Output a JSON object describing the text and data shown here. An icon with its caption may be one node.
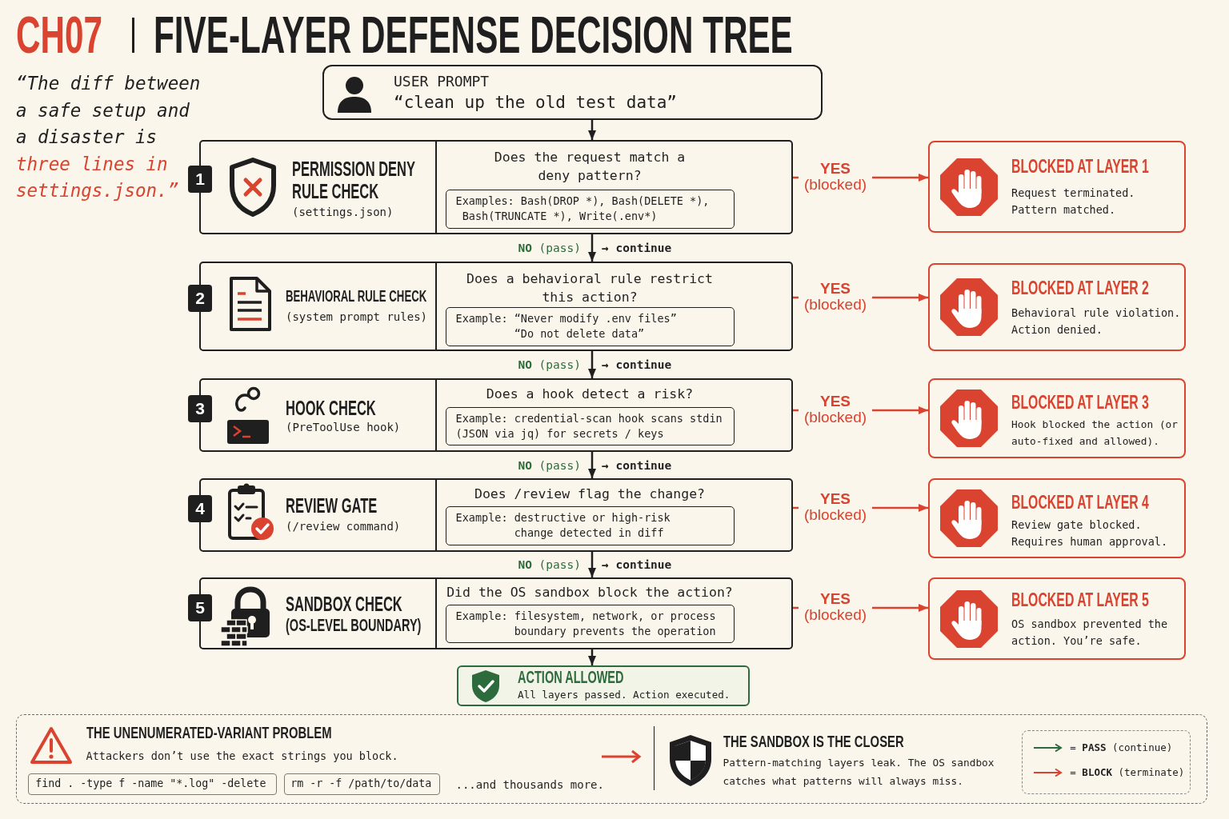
{
  "diagram": {
    "title": "FIVE-LAYER DEFENSE DECISION TREE",
    "nodes": [
      {
        "text": [
          "USER PROMPT",
          "“clean up the old test data”"
        ]
      },
      {
        "text": [
          "PERMISSION DENY RULE CHECK",
          "(settings.json)",
          "Does the request match a deny pattern?"
        ],
        "beside": [
          "1"
        ]
      },
      {
        "text": [
          "Examples: Bash(DROP *), Bash(DELETE *), Bash(TRUNCATE *), Write(.env*)"
        ],
        "in": 1
      },
      {
        "text": [
          "BLOCKED AT LAYER 1",
          "Request terminated. Pattern matched."
        ]
      },
      {
        "text": [
          "BEHAVIORAL RULE CHECK",
          "(system prompt rules)",
          "Does a behavioral rule restrict this action?"
        ],
        "beside": [
          "2"
        ]
      },
      {
        "text": [
          "Example: “Never modify .env files” “Do not delete data”"
        ],
        "in": 4
      },
      {
        "text": [
          "BLOCKED AT LAYER 2",
          "Behavioral rule violation. Action denied."
        ]
      },
      {
        "text": [
          "HOOK CHECK",
          "(PreToolUse hook)",
          "Does a hook detect a risk?"
        ],
        "beside": [
          "3"
        ]
      },
      {
        "text": [
          "Example: credential-scan hook scans stdin (JSON via jq) for secrets / keys"
        ],
        "in": 7
      },
      {
        "text": [
          "BLOCKED AT LAYER 3",
          "Hook blocked the action (or auto-fixed and allowed)."
        ]
      },
      {
        "text": [
          "REVIEW GATE",
          "(/review command)",
          "Does /review flag the change?"
        ],
        "beside": [
          "4"
        ]
      },
      {
        "text": [
          "Example: destructive or high-risk change detected in diff"
        ],
        "in": 10
      },
      {
        "text": [
          "BLOCKED AT LAYER 4",
          "Review gate blocked. Requires human approval."
        ]
      },
      {
        "text": [
          "SANDBOX CHECK",
          "(OS-LEVEL BOUNDARY)",
          "Did the OS sandbox block the action?"
        ],
        "beside": [
          "5"
        ]
      },
      {
        "text": [
          "Example: filesystem, network, or process boundary prevents the operation"
        ],
        "in": 13
      },
      {
        "text": [
          "BLOCKED AT LAYER 5",
          "OS sandbox prevented the action. You’re safe."
        ]
      },
      {
        "text": [
          "ACTION ALLOWED",
          "All layers passed. Action executed."
        ]
      },
      {
        "text": [
          "THE UNENUMERATED-VARIANT PROBLEM",
          "Attackers don’t use the exact strings you block.",
          "...and thousands more.",
          "THE SANDBOX IS THE CLOSER",
          "Pattern-matching layers leak. The OS sandbox catches what patterns will always miss."
        ]
      },
      {
        "text": [
          "find . -type f -name \"*.log\" -delete"
        ],
        "in": 17
      },
      {
        "text": [
          "rm -r -f /path/to/data"
        ],
        "in": 17
      }
    ],
    "edges": [
      {
        "from": 0,
        "to": 1,
        "arrow": "to"
      },
      {
        "from": 1,
        "to": 3,
        "arrow": "to",
        "label": "**YES** (blocked)",
        "color": "#d9432f"
      },
      {
        "from": 1,
        "to": 4,
        "arrow": "to",
        "label": "**NO** (pass)"
      },
      {
        "from": 4,
        "to": 6,
        "arrow": "to",
        "label": "**YES** (blocked)",
        "color": "#d9432f"
      },
      {
        "from": 4,
        "to": 7,
        "arrow": "to",
        "label": "**NO** (pass)"
      },
      {
        "from": 7,
        "to": 9,
        "arrow": "to",
        "label": "**YES** (blocked)",
        "color": "#d9432f"
      },
      {
        "from": 7,
        "to": 10,
        "arrow": "to",
        "label": "**NO** (pass)"
      },
      {
        "from": 10,
        "to": 12,
        "arrow": "to",
        "label": "**YES** (blocked)",
        "color": "#d9432f"
      },
      {
        "from": 10,
        "to": 13,
        "arrow": "to",
        "label": "**NO** (pass)"
      },
      {
        "from": 13,
        "to": 15,
        "arrow": "to",
        "label": "**YES** (blocked)",
        "color": "#d9432f"
      },
      {
        "from": 13,
        "to": 16,
        "arrow": "to"
      }
    ],
    "labels": [
      "CH07",
      "“The diff between a safe setup and a disaster is",
      "three lines in settings.json.”",
      "→ continue",
      "→ continue",
      "→ continue",
      "→ continue"
    ],
    "legend": [
      {
        "text": "= **PASS** (continue)"
      },
      {
        "text": "= **BLOCK** (terminate)"
      }
    ]
  }
}
